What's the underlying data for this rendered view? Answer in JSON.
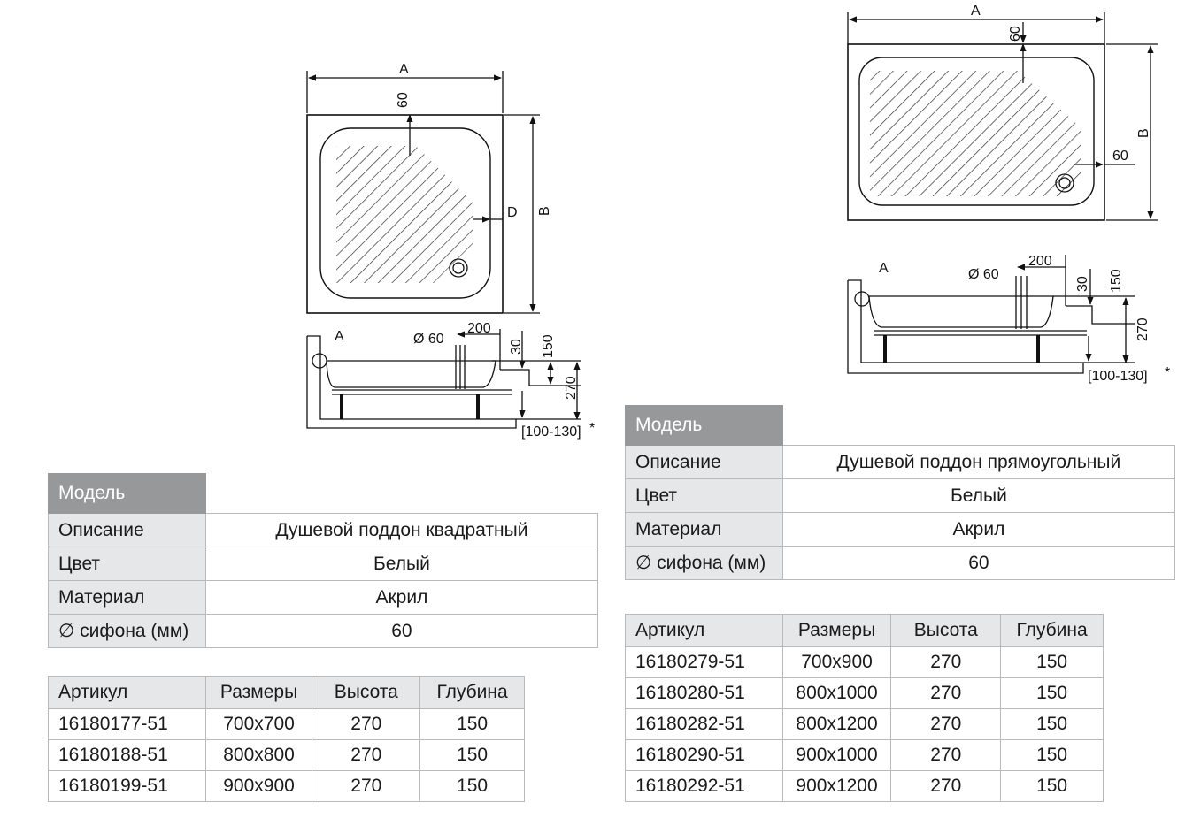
{
  "left": {
    "drawing_labels": {
      "dim_a": "A",
      "dim_b": "B",
      "dim_d": "D",
      "top_60": "60",
      "side_a": "A",
      "pipe": "Ø 60",
      "d200": "200",
      "d30": "30",
      "d150": "150",
      "d270": "270",
      "range": "[100-130]",
      "star": "*"
    },
    "spec": {
      "model_label": "Модель",
      "rows": [
        {
          "label": "Описание",
          "value": "Душевой поддон квадратный"
        },
        {
          "label": "Цвет",
          "value": "Белый"
        },
        {
          "label": "Материал",
          "value": "Акрил"
        },
        {
          "label": "∅ сифона (мм)",
          "value": "60"
        }
      ]
    },
    "articles": {
      "headers": [
        "Артикул",
        "Размеры",
        "Высота",
        "Глубина"
      ],
      "rows": [
        [
          "16180177-51",
          "700x700",
          "270",
          "150"
        ],
        [
          "16180188-51",
          "800x800",
          "270",
          "150"
        ],
        [
          "16180199-51",
          "900x900",
          "270",
          "150"
        ]
      ]
    }
  },
  "right": {
    "drawing_labels": {
      "dim_a": "A",
      "dim_b": "B",
      "top_60": "60",
      "side_60": "60",
      "side_a": "A",
      "pipe": "Ø 60",
      "d200": "200",
      "d30": "30",
      "d150": "150",
      "d270": "270",
      "range": "[100-130]",
      "star": "*"
    },
    "spec": {
      "model_label": "Модель",
      "rows": [
        {
          "label": "Описание",
          "value": "Душевой поддон прямоугольный"
        },
        {
          "label": "Цвет",
          "value": "Белый"
        },
        {
          "label": "Материал",
          "value": "Акрил"
        },
        {
          "label": "∅ сифона (мм)",
          "value": "60"
        }
      ]
    },
    "articles": {
      "headers": [
        "Артикул",
        "Размеры",
        "Высота",
        "Глубина"
      ],
      "rows": [
        [
          "16180279-51",
          "700x900",
          "270",
          "150"
        ],
        [
          "16180280-51",
          "800x1000",
          "270",
          "150"
        ],
        [
          "16180282-51",
          "800x1200",
          "270",
          "150"
        ],
        [
          "16180290-51",
          "900x1000",
          "270",
          "150"
        ],
        [
          "16180292-51",
          "900x1200",
          "270",
          "150"
        ]
      ]
    }
  }
}
